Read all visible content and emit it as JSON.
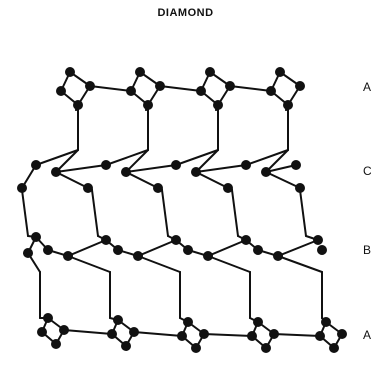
{
  "title": "DIAMOND",
  "layer_labels": [
    {
      "id": "A-top",
      "text": "A"
    },
    {
      "id": "C",
      "text": "C"
    },
    {
      "id": "B",
      "text": "B"
    },
    {
      "id": "A-bottom",
      "text": "A"
    }
  ],
  "colors": {
    "ink": "#111111",
    "background": "#ffffff"
  }
}
